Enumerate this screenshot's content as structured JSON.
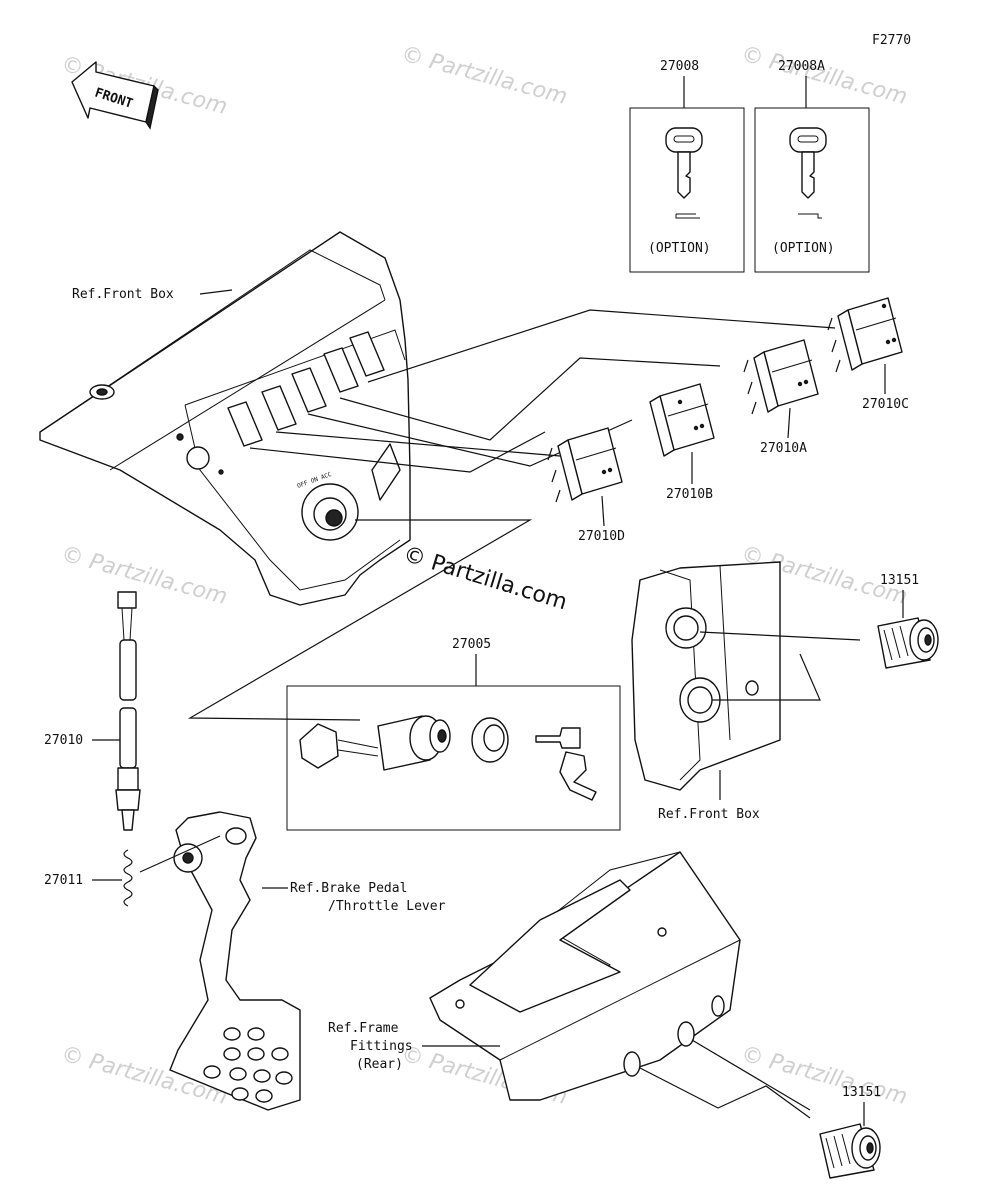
{
  "figure_code": "F2770",
  "front_label": "FRONT",
  "watermark_main": "© Partzilla.com",
  "watermark_small": "© Partzilla.com",
  "parts": {
    "p27008": "27008",
    "p27008a": "27008A",
    "p27010c": "27010C",
    "p27010a": "27010A",
    "p27010b": "27010B",
    "p27010d": "27010D",
    "p13151_top": "13151",
    "p27005": "27005",
    "p27010": "27010",
    "p27011": "27011",
    "p13151_bottom": "13151"
  },
  "option_label": "(OPTION)",
  "refs": {
    "front_box_top": "Ref.Front Box",
    "front_box_right": "Ref.Front Box",
    "brake_pedal_line1": "Ref.Brake Pedal",
    "brake_pedal_line2": "/Throttle Lever",
    "frame_line1": "Ref.Frame",
    "frame_line2": "Fittings",
    "frame_line3": "(Rear)"
  }
}
